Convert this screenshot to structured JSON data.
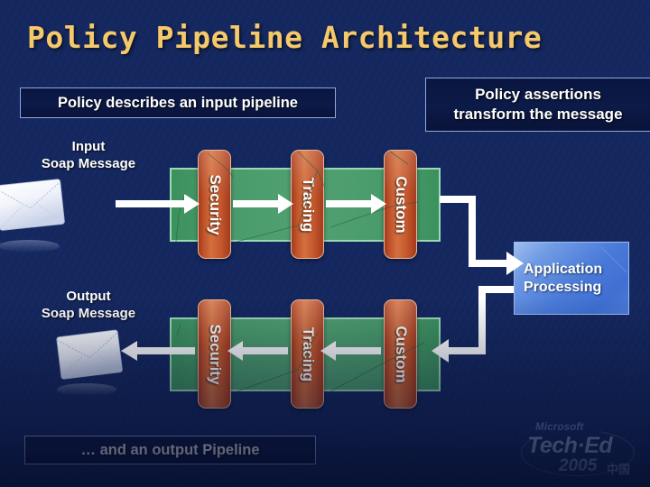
{
  "slide": {
    "title": "Policy Pipeline Architecture",
    "background_color": "#14275e",
    "title_color": "#f5c96a"
  },
  "callouts": {
    "left": "Policy describes an input pipeline",
    "right": "Policy assertions\ntransform the message",
    "right_line1": "Policy assertions",
    "right_line2": "transform the message",
    "bottom": "… and an output Pipeline"
  },
  "labels": {
    "input_line1": "Input",
    "input_line2": "Soap Message",
    "output_line1": "Output",
    "output_line2": "Soap Message"
  },
  "pipelines": [
    {
      "id": "input-pipeline",
      "direction": "left-to-right",
      "bar_color": "#4ea36d",
      "stages": [
        "Security",
        "Tracing",
        "Custom"
      ]
    },
    {
      "id": "output-pipeline",
      "direction": "right-to-left",
      "bar_color": "#4ea36d",
      "stages": [
        "Security",
        "Tracing",
        "Custom"
      ]
    }
  ],
  "app_box": {
    "line1": "Application",
    "line2": "Processing",
    "color": "#4a7ad8"
  },
  "logo": {
    "brand": "Microsoft",
    "event": "Tech·Ed",
    "year": "2005",
    "region": "中国"
  },
  "icons": {
    "input_envelope": "envelope-icon",
    "output_envelope": "envelope-icon"
  }
}
